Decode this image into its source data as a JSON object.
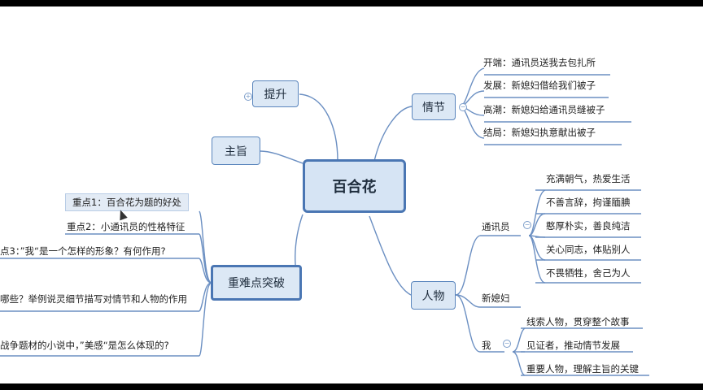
{
  "root": {
    "label": "百合花"
  },
  "branches": {
    "qingjie": "情节",
    "renwu": "人物",
    "tisheng": "提升",
    "zhuzhi": "主旨",
    "zhongnan": "重难点突破"
  },
  "qingjie_leaves": [
    "开端：通讯员送我去包扎所",
    "发展：新媳妇借给我们被子",
    "高潮：新媳妇给通讯员缝被子",
    "结局：新媳妇执意献出被子"
  ],
  "renwu_groups": {
    "tongxunyuan": "通讯员",
    "xinxifu": "新媳妇",
    "wo": "我"
  },
  "tongxunyuan_traits": [
    "充满朝气，热爱生活",
    "不善言辞，拘谨腼腆",
    "憨厚朴实，善良纯洁",
    "关心同志，体贴别人",
    "不畏牺牲，舍己为人"
  ],
  "wo_traits": [
    "线索人物，贯穿整个故事",
    "见证者，推动情节发展",
    "重要人物，理解主旨的关键"
  ],
  "zhongnan_leaves": [
    "重点1：百合花为题的好处",
    "重点2：小通讯员的性格特征",
    "点3：”我“是一个怎样的形象？有何作用?",
    "哪些？举例说灵细节描写对情节和人物的作用",
    "战争题材的小说中，”美感“是怎么体现的?"
  ],
  "colors": {
    "line": "#6b8fc2",
    "node_fill": "#dce8f5",
    "node_border": "#4a76b3"
  }
}
